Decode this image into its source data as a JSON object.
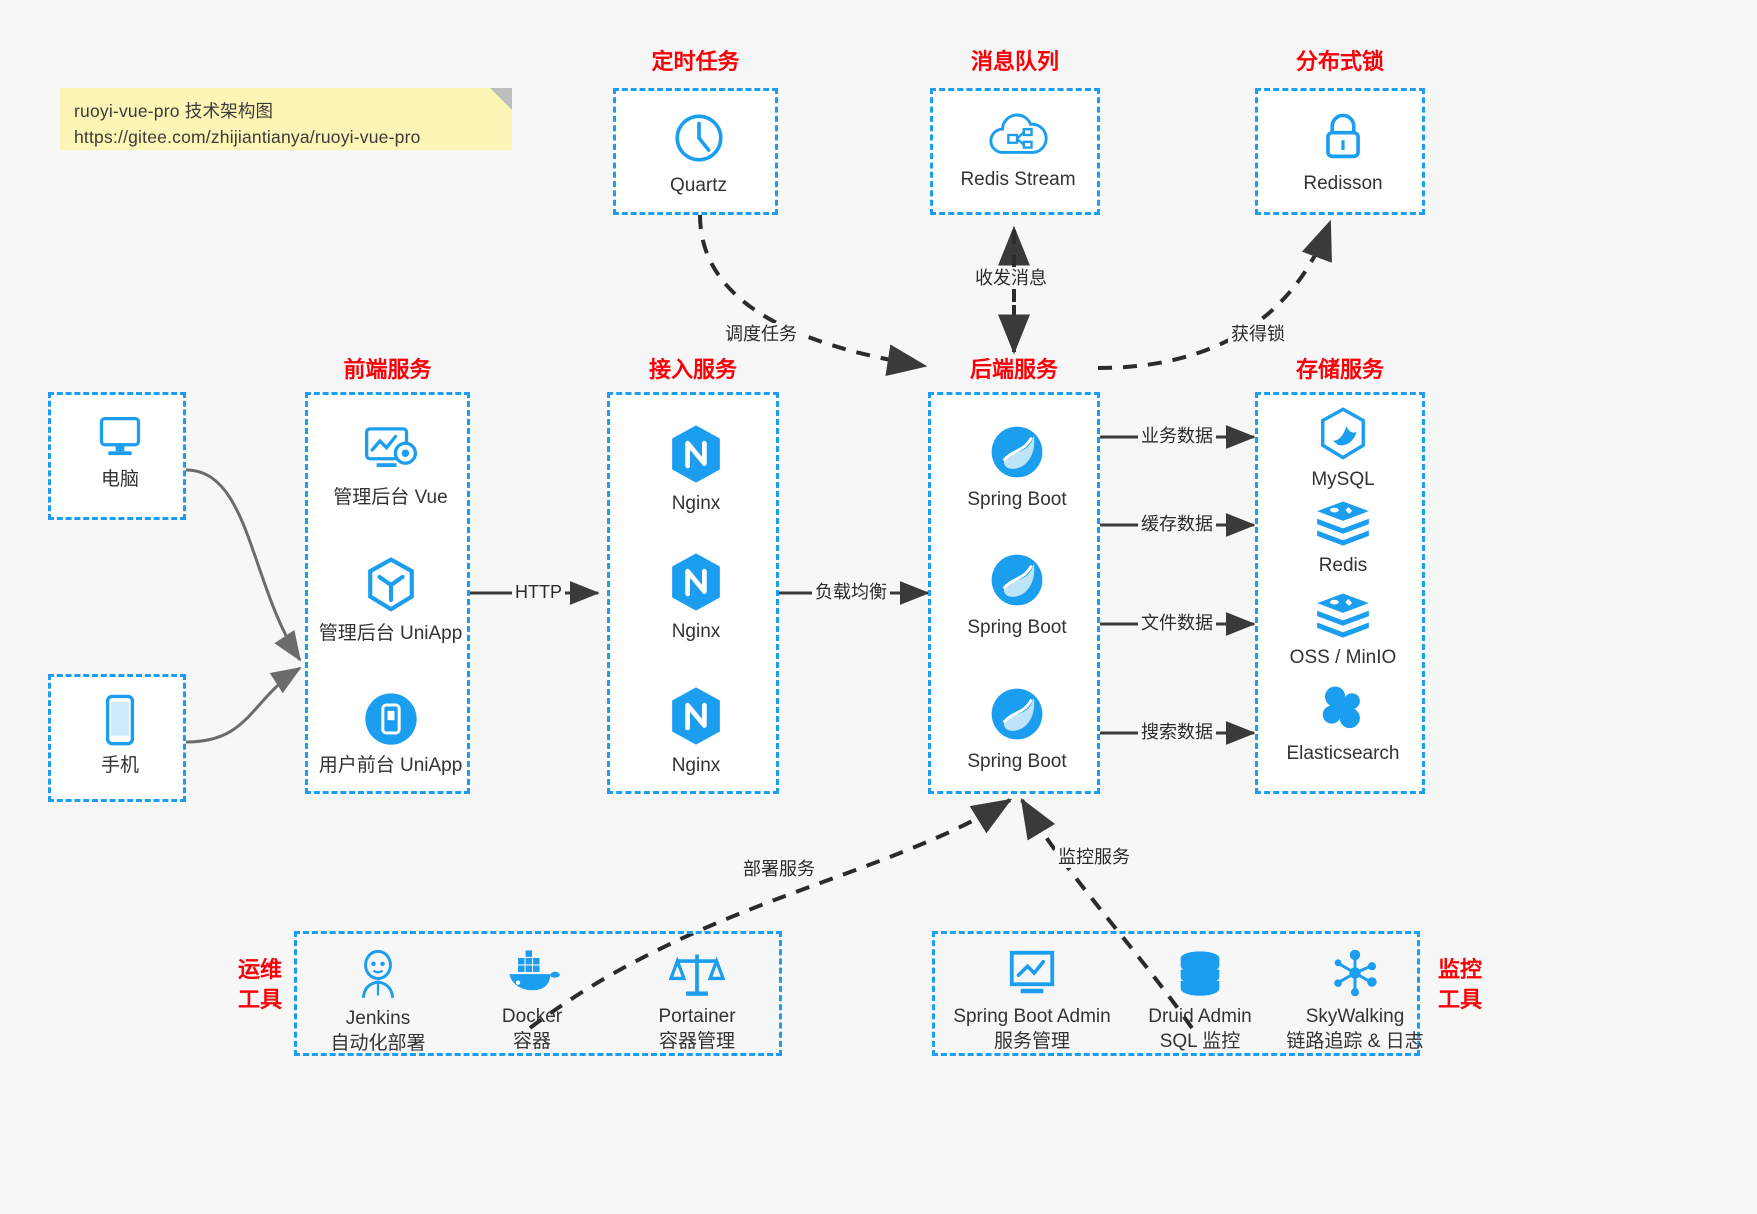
{
  "note": {
    "line1": "ruoyi-vue-pro 技术架构图",
    "line2": "https://gitee.com/zhijiantianya/ruoyi-vue-pro"
  },
  "colors": {
    "heading_red": "#fb0007",
    "box_blue": "#1b9df0",
    "icon_blue": "#1b9df0",
    "arrow_dark": "#3a3a3a",
    "note_yellow": "#fcf5b6",
    "canvas_bg": "#f7f7f7"
  },
  "groups": {
    "scheduler": {
      "title": "定时任务"
    },
    "mq": {
      "title": "消息队列"
    },
    "lock": {
      "title": "分布式锁"
    },
    "frontend": {
      "title": "前端服务"
    },
    "gateway": {
      "title": "接入服务"
    },
    "backend": {
      "title": "后端服务"
    },
    "storage": {
      "title": "存储服务"
    },
    "devops": {
      "title_line1": "运维",
      "title_line2": "工具"
    },
    "monitor": {
      "title_line1": "监控",
      "title_line2": "工具"
    }
  },
  "clients": [
    {
      "label": "电脑",
      "icon": "desktop-icon"
    },
    {
      "label": "手机",
      "icon": "mobile-icon"
    }
  ],
  "scheduler_items": [
    {
      "label": "Quartz",
      "icon": "clock-icon"
    }
  ],
  "mq_items": [
    {
      "label": "Redis Stream",
      "icon": "cloud-stream-icon"
    }
  ],
  "lock_items": [
    {
      "label": "Redisson",
      "icon": "lock-icon"
    }
  ],
  "frontend_items": [
    {
      "label": "管理后台 Vue",
      "icon": "dashboard-gear-icon"
    },
    {
      "label": "管理后台 UniApp",
      "icon": "cube-icon"
    },
    {
      "label": "用户前台 UniApp",
      "icon": "mobile-app-icon"
    }
  ],
  "gateway_items": [
    {
      "label": "Nginx",
      "icon": "nginx-icon"
    },
    {
      "label": "Nginx",
      "icon": "nginx-icon"
    },
    {
      "label": "Nginx",
      "icon": "nginx-icon"
    }
  ],
  "backend_items": [
    {
      "label": "Spring Boot",
      "icon": "spring-leaf-icon"
    },
    {
      "label": "Spring Boot",
      "icon": "spring-leaf-icon"
    },
    {
      "label": "Spring Boot",
      "icon": "spring-leaf-icon"
    }
  ],
  "storage_items": [
    {
      "label": "MySQL",
      "icon": "mysql-dolphin-icon"
    },
    {
      "label": "Redis",
      "icon": "redis-stack-icon"
    },
    {
      "label": "OSS / MinIO",
      "icon": "oss-stack-icon"
    },
    {
      "label": "Elasticsearch",
      "icon": "elasticsearch-icon"
    }
  ],
  "devops_items": [
    {
      "name": "Jenkins",
      "desc": "自动化部署",
      "icon": "jenkins-butler-icon"
    },
    {
      "name": "Docker",
      "desc": "容器",
      "icon": "docker-whale-icon"
    },
    {
      "name": "Portainer",
      "desc": "容器管理",
      "icon": "portainer-scale-icon"
    }
  ],
  "monitor_items": [
    {
      "name": "Spring Boot Admin",
      "desc": "服务管理",
      "icon": "monitor-chart-icon"
    },
    {
      "name": "Druid Admin",
      "desc": "SQL 监控",
      "icon": "database-icon"
    },
    {
      "name": "SkyWalking",
      "desc": "链路追踪 & 日志",
      "icon": "skywalking-node-icon"
    }
  ],
  "edges": {
    "http": "HTTP",
    "load_balance": "负载均衡",
    "schedule_task": "调度任务",
    "send_receive_message": "收发消息",
    "acquire_lock": "获得锁",
    "business_data": "业务数据",
    "cache_data": "缓存数据",
    "file_data": "文件数据",
    "search_data": "搜索数据",
    "deploy_service": "部署服务",
    "monitor_service": "监控服务"
  }
}
